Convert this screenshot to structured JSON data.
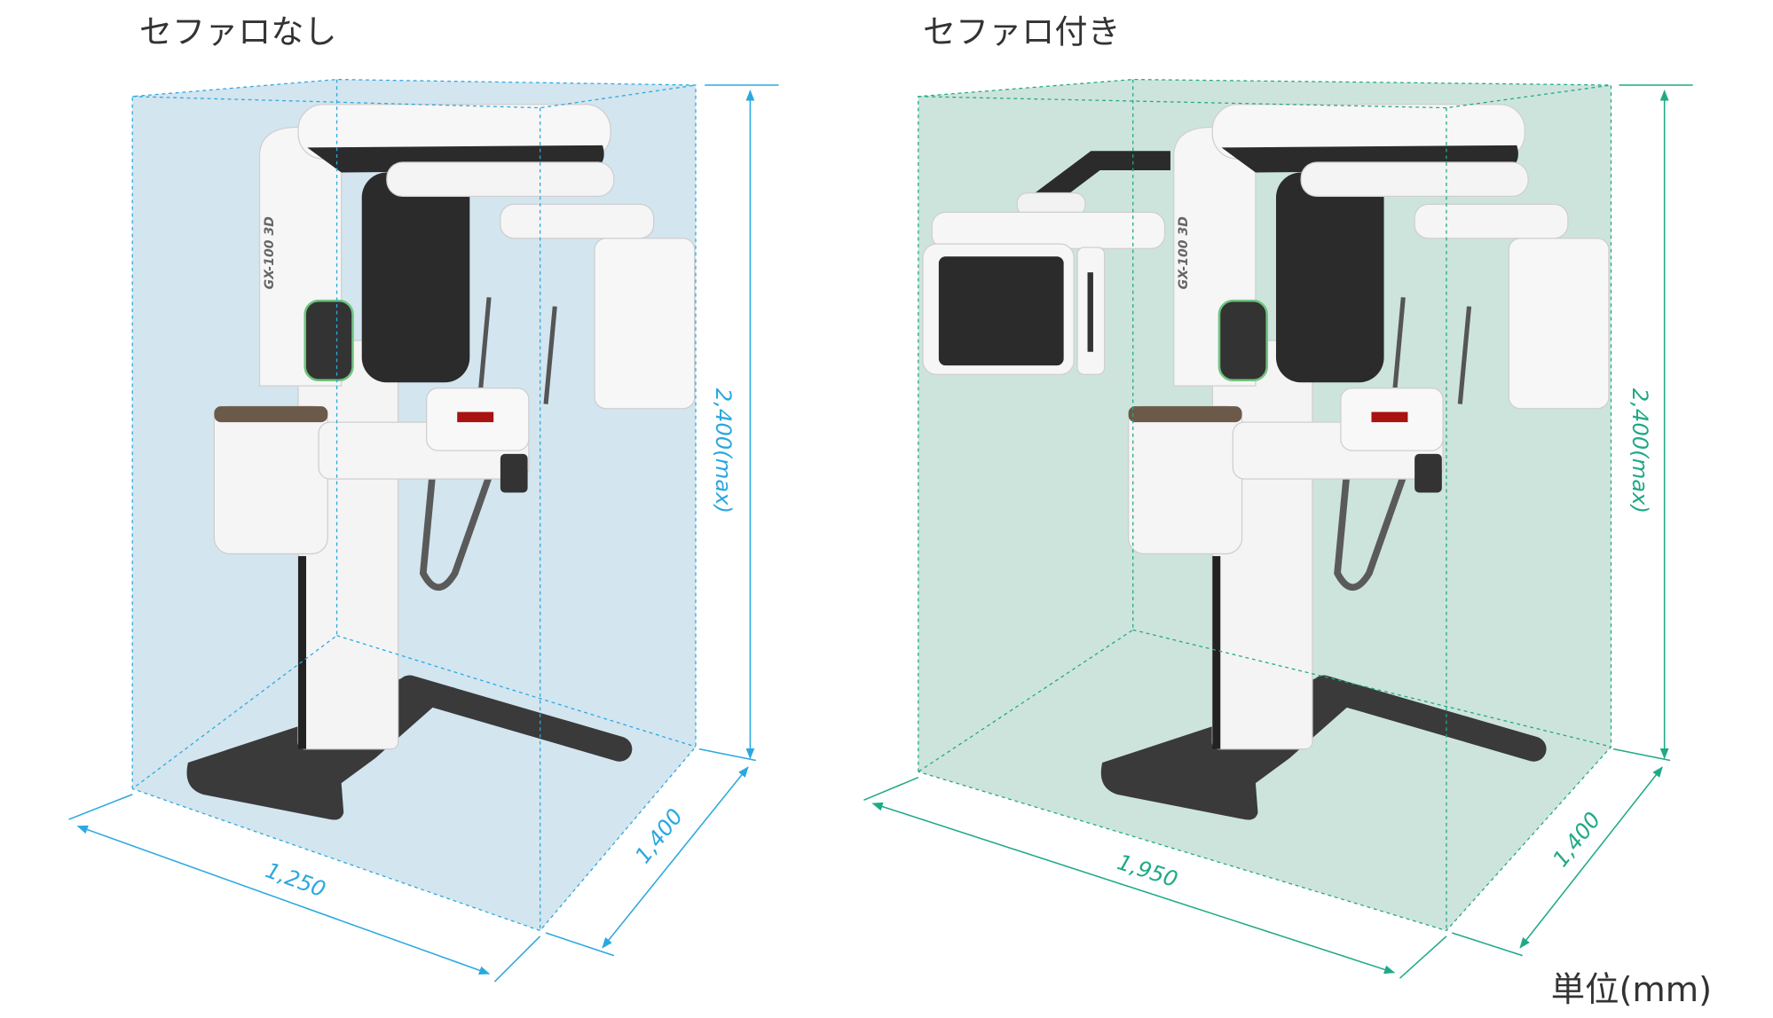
{
  "left": {
    "title": "セファロなし",
    "height_label": "2,400(max)",
    "width_label": "1,250",
    "depth_label": "1,400",
    "box_color": "#d3e5ef",
    "line_color": "#2aa8e0"
  },
  "right": {
    "title": "セファロ付き",
    "height_label": "2,400(max)",
    "width_label": "1,950",
    "depth_label": "1,400",
    "box_color": "#cde4dc",
    "line_color": "#1fa987"
  },
  "unit_label": "単位(mm)",
  "model_name": "GX-100 3D"
}
